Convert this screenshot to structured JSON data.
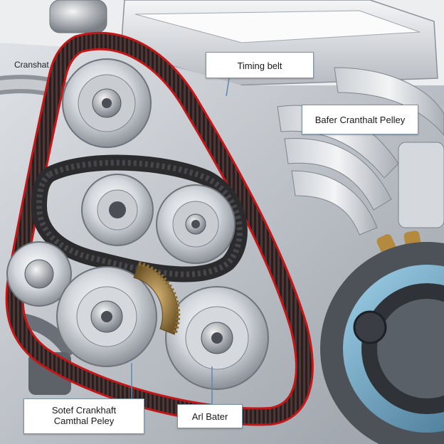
{
  "labels": {
    "corner": "Cranshat",
    "timing_belt": "Timing belt",
    "right_pulley": "Bafer Cranthalt Pelley",
    "bottom_left_line1": "Sotef Crankhaft",
    "bottom_left_line2": "Camthal Peley",
    "bottom_center": "Arl Bater"
  },
  "colors": {
    "belt_outline": "#c41616",
    "belt": "#2a1e1e",
    "leader_line": "#5f86b4",
    "metal_light": "#e9ebee",
    "metal_mid": "#b9bdc3",
    "metal_dark": "#6b7078",
    "brass": "#b48a3e",
    "callout_border": "#7f93a6"
  },
  "icons": [
    "timing-belt-icon",
    "pulley-icon",
    "gear-icon",
    "hose-icon"
  ]
}
